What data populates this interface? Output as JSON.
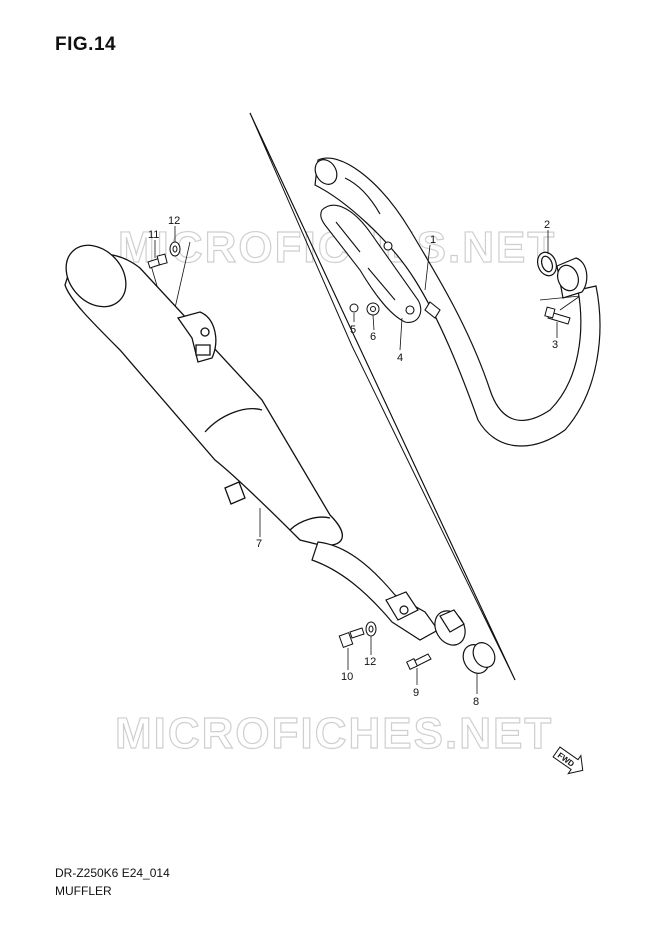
{
  "figure": {
    "title": "FIG.14",
    "code": "DR-Z250K6 E24_014",
    "name": "MUFFLER"
  },
  "watermarks": [
    "MICROFICHES.NET",
    "MICROFICHES.NET"
  ],
  "callouts": [
    {
      "id": "c1",
      "text": "1",
      "part": "exhaust-pipe"
    },
    {
      "id": "c2",
      "text": "2",
      "part": "gasket"
    },
    {
      "id": "c3",
      "text": "3",
      "part": "pipe-bolt"
    },
    {
      "id": "c4",
      "text": "4",
      "part": "protector"
    },
    {
      "id": "c5",
      "text": "5",
      "part": "nut"
    },
    {
      "id": "c6",
      "text": "6",
      "part": "washer"
    },
    {
      "id": "c7",
      "text": "7",
      "part": "muffler"
    },
    {
      "id": "c8",
      "text": "8",
      "part": "clamp-cushion"
    },
    {
      "id": "c9",
      "text": "9",
      "part": "clamp-bolt"
    },
    {
      "id": "c10",
      "text": "10",
      "part": "mount-bolt-lower"
    },
    {
      "id": "c11",
      "text": "11",
      "part": "mount-bolt-upper"
    },
    {
      "id": "c12a",
      "text": "12",
      "part": "washer-upper"
    },
    {
      "id": "c12b",
      "text": "12",
      "part": "washer-lower"
    }
  ],
  "fwd_label": "FWD"
}
